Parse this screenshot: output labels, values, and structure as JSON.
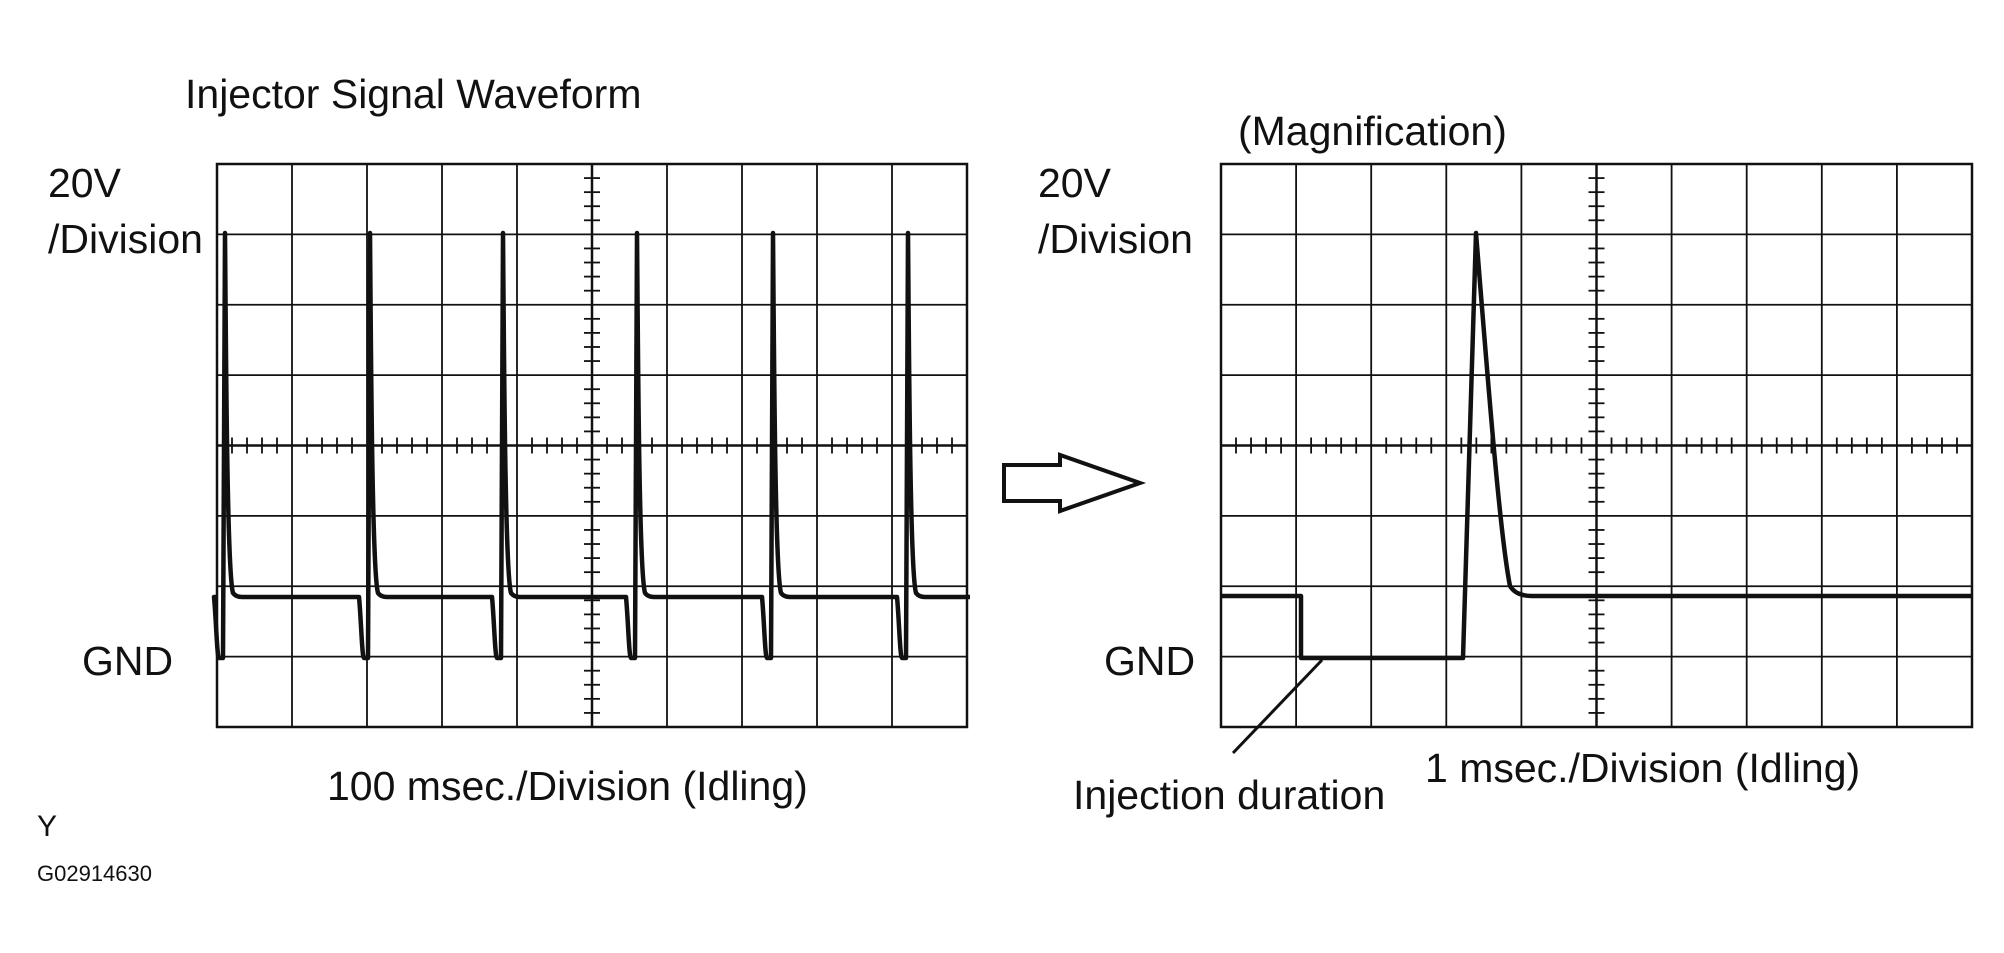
{
  "left_panel": {
    "title": "Injector Signal Waveform",
    "volt_label_line1": "20V",
    "volt_label_line2": "/Division",
    "gnd_label": "GND",
    "time_label": "100 msec./Division (Idling)"
  },
  "right_panel": {
    "title": "(Magnification)",
    "volt_label_line1": "20V",
    "volt_label_line2": "/Division",
    "gnd_label": "GND",
    "time_label": "1 msec./Division (Idling)",
    "callout_label": "Injection duration"
  },
  "footer": {
    "code_letter": "Y",
    "figure_id": "G02914630"
  },
  "colors": {
    "trace": "#111111",
    "grid": "#111111"
  }
}
